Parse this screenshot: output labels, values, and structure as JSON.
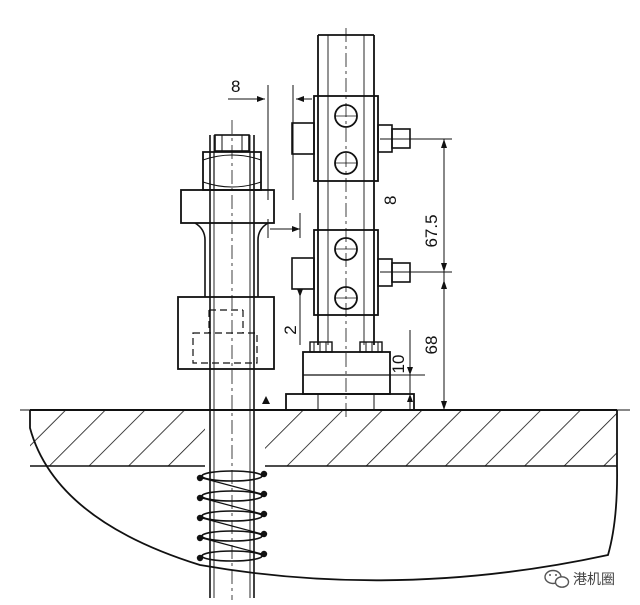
{
  "drawing": {
    "dimensions": {
      "top_gap": "8",
      "side_gap": "8",
      "pitch": "67.5",
      "lower_height": "68",
      "offset": "2",
      "base_height": "10"
    },
    "watermark": {
      "text": "港机圈",
      "icon": "wechat-icon"
    },
    "colors": {
      "line": "#111111",
      "background": "#ffffff",
      "watermark": "#444444"
    }
  }
}
